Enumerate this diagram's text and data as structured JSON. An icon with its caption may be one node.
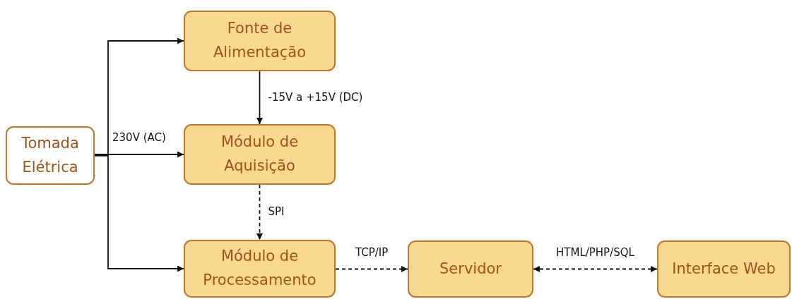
{
  "diagram": {
    "nodes": [
      {
        "text": [
          "Tomada Elétrica"
        ]
      },
      {
        "text": [
          "Fonte de Alimentação"
        ]
      },
      {
        "text": [
          "Módulo de Aquisição"
        ]
      },
      {
        "text": [
          "Módulo de Processamento"
        ]
      },
      {
        "text": [
          "Servidor"
        ]
      },
      {
        "text": [
          "Interface Web"
        ]
      }
    ],
    "edges": [
      {
        "from": 0,
        "to": 1,
        "arrow": "to"
      },
      {
        "from": 0,
        "to": 2,
        "arrow": "to",
        "label": "230V (AC)"
      },
      {
        "from": 0,
        "to": 3,
        "arrow": "to"
      },
      {
        "from": 1,
        "to": 2,
        "arrow": "to",
        "label": "-15V a +15V (DC)"
      },
      {
        "from": 2,
        "to": 3,
        "arrow": "to",
        "label": "SPI",
        "style": "dashed"
      },
      {
        "from": 3,
        "to": 4,
        "arrow": "to",
        "label": "TCP/IP",
        "style": "dashed"
      },
      {
        "from": 4,
        "to": 5,
        "arrow": "both",
        "label": "HTML/PHP/SQL",
        "style": "dashed"
      }
    ]
  }
}
